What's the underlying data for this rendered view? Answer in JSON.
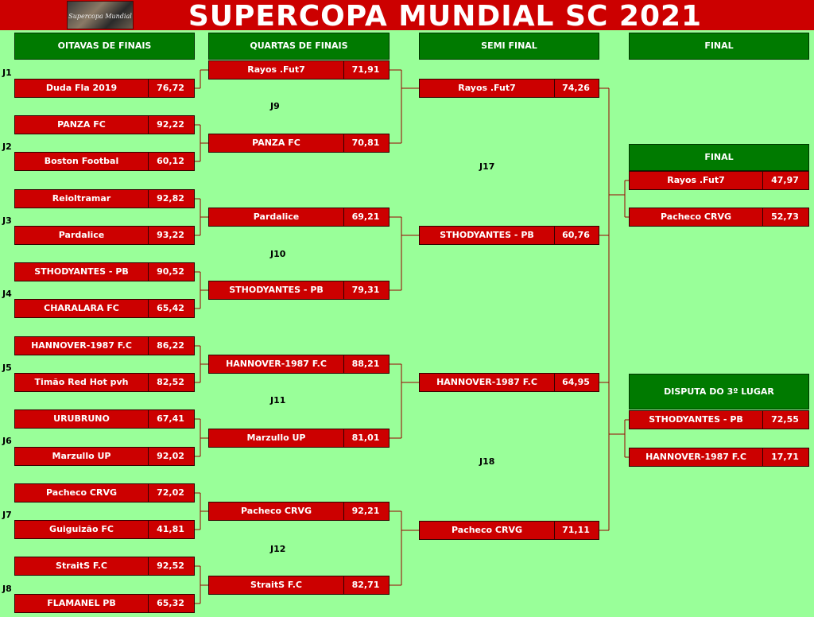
{
  "title": "SUPERCOPA MUNDIAL SC 2021",
  "logo_text": "Supercopa Mundial",
  "headers": {
    "r16": "OITAVAS DE FINAIS",
    "qf": "QUARTAS DE FINAIS",
    "sf": "SEMI FINAL",
    "final": "FINAL"
  },
  "r16": [
    {
      "name": "Duda Fla 2019",
      "score": "76,72"
    },
    {
      "name": "PANZA FC",
      "score": "92,22"
    },
    {
      "name": "Boston Footbal",
      "score": "60,12"
    },
    {
      "name": "Reioltramar",
      "score": "92,82"
    },
    {
      "name": "Pardalice",
      "score": "93,22"
    },
    {
      "name": "STHODYANTES - PB",
      "score": "90,52"
    },
    {
      "name": "CHARALARA FC",
      "score": "65,42"
    },
    {
      "name": "HANNOVER-1987 F.C",
      "score": "86,22"
    },
    {
      "name": "Timão Red Hot pvh",
      "score": "82,52"
    },
    {
      "name": "URUBRUNO",
      "score": "67,41"
    },
    {
      "name": "Marzullo UP",
      "score": "92,02"
    },
    {
      "name": "Pacheco CRVG",
      "score": "72,02"
    },
    {
      "name": "Guiguizão FC",
      "score": "41,81"
    },
    {
      "name": "StraitS F.C",
      "score": "92,52"
    },
    {
      "name": "FLAMANEL PB",
      "score": "65,32"
    }
  ],
  "r16_labels": [
    "J1",
    "J2",
    "J3",
    "J4",
    "J5",
    "J6",
    "J7",
    "J8"
  ],
  "qf": [
    {
      "name": "Rayos .Fut7",
      "score": "71,91"
    },
    {
      "name": "PANZA FC",
      "score": "70,81"
    },
    {
      "name": "Pardalice",
      "score": "69,21"
    },
    {
      "name": "STHODYANTES - PB",
      "score": "79,31"
    },
    {
      "name": "HANNOVER-1987 F.C",
      "score": "88,21"
    },
    {
      "name": "Marzullo UP",
      "score": "81,01"
    },
    {
      "name": "Pacheco CRVG",
      "score": "92,21"
    },
    {
      "name": "StraitS F.C",
      "score": "82,71"
    }
  ],
  "qf_labels": [
    "J9",
    "J10",
    "J11",
    "J12"
  ],
  "sf": [
    {
      "name": "Rayos .Fut7",
      "score": "74,26"
    },
    {
      "name": "STHODYANTES - PB",
      "score": "60,76"
    },
    {
      "name": "HANNOVER-1987 F.C",
      "score": "64,95"
    },
    {
      "name": "Pacheco CRVG",
      "score": "71,11"
    }
  ],
  "sf_labels": [
    "J17",
    "J18"
  ],
  "final_box": {
    "title": "FINAL",
    "rows": [
      {
        "name": "Rayos .Fut7",
        "score": "47,97"
      },
      {
        "name": "Pacheco CRVG",
        "score": "52,73"
      }
    ]
  },
  "third_box": {
    "title": "DISPUTA DO 3º LUGAR",
    "rows": [
      {
        "name": "STHODYANTES - PB",
        "score": "72,55"
      },
      {
        "name": "HANNOVER-1987 F.C",
        "score": "17,71"
      }
    ]
  },
  "colors": {
    "background": "#99ff99",
    "header_green": "#007a00",
    "row_red": "#cc0000",
    "bracket_line": "#990000"
  }
}
